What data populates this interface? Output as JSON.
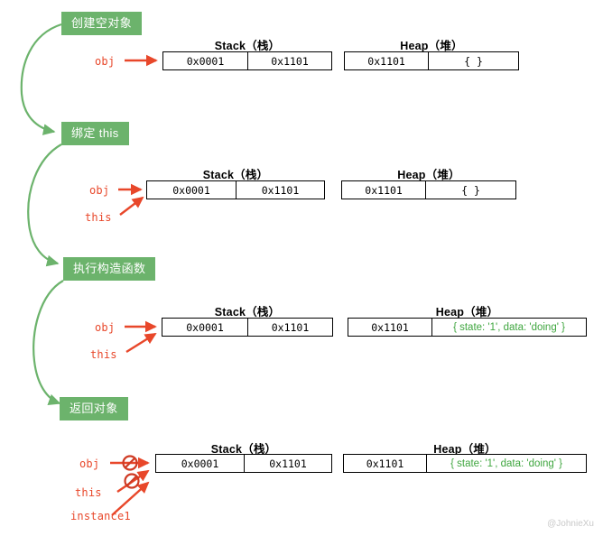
{
  "diagram": {
    "title_watermark": "@JohnieXu",
    "colors": {
      "step_bg": "#6cb36c",
      "step_text": "#ffffff",
      "flow_arrow": "#6cb36c",
      "pointer_arrow": "#e8472a",
      "var_text": "#e8472a",
      "table_border": "#000000",
      "heap_object_text": "#3fa63f"
    },
    "steps": [
      {
        "id": "step-create-empty-object",
        "label": "创建空对象",
        "stack": {
          "title": "Stack（栈）",
          "cells": [
            "0x0001",
            "0x1101"
          ]
        },
        "heap": {
          "title": "Heap（堆）",
          "cells": [
            "0x1101",
            "{ }"
          ]
        },
        "vars": [
          "obj"
        ]
      },
      {
        "id": "step-bind-this",
        "label": "绑定 this",
        "stack": {
          "title": "Stack（栈）",
          "cells": [
            "0x0001",
            "0x1101"
          ]
        },
        "heap": {
          "title": "Heap（堆）",
          "cells": [
            "0x1101",
            "{ }"
          ]
        },
        "vars": [
          "obj",
          "this"
        ]
      },
      {
        "id": "step-run-constructor",
        "label": "执行构造函数",
        "stack": {
          "title": "Stack（栈）",
          "cells": [
            "0x0001",
            "0x1101"
          ]
        },
        "heap": {
          "title": "Heap（堆）",
          "cells": [
            "0x1101",
            "{ state: '1', data: 'doing' }"
          ]
        },
        "vars": [
          "obj",
          "this"
        ]
      },
      {
        "id": "step-return-object",
        "label": "返回对象",
        "stack": {
          "title": "Stack（栈）",
          "cells": [
            "0x0001",
            "0x1101"
          ]
        },
        "heap": {
          "title": "Heap（堆）",
          "cells": [
            "0x1101",
            "{ state: '1', data: 'doing' }"
          ]
        },
        "vars": [
          "obj",
          "this",
          "instance1"
        ]
      }
    ]
  }
}
